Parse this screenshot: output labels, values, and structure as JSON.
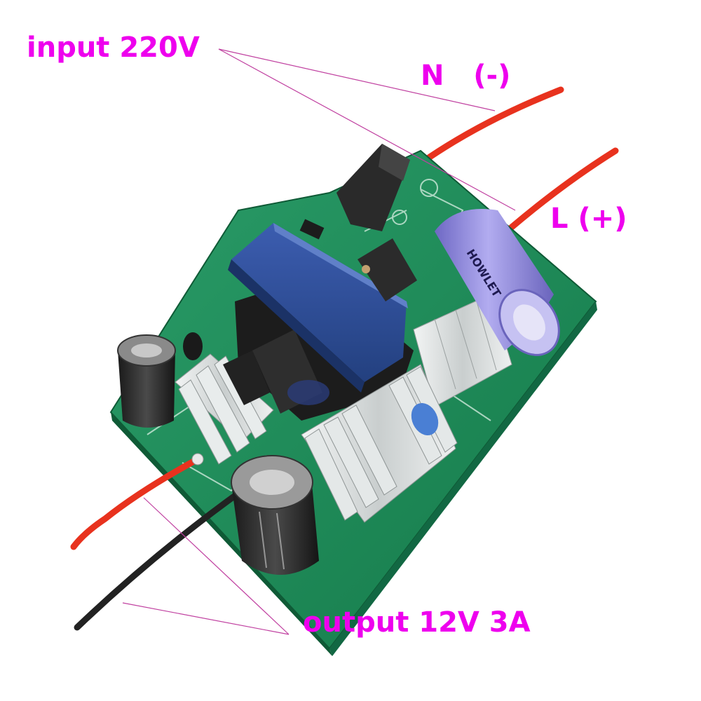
{
  "labels": {
    "input": "input 220V",
    "n": "N   (-)",
    "l": "L (+)",
    "output": "output 12V 3A"
  },
  "board_text": {
    "cap_brand": "HOWLET"
  },
  "colors": {
    "label": "#ee00ee",
    "pointer_line": "#c040a0",
    "pcb_green": "#1f8a5a",
    "wire_red": "#e8321e",
    "wire_black": "#222222",
    "transformer_blue": "#2f4f9c",
    "capacitor_purple": "#8d86d8",
    "heatsink": "#d8dcdc"
  }
}
